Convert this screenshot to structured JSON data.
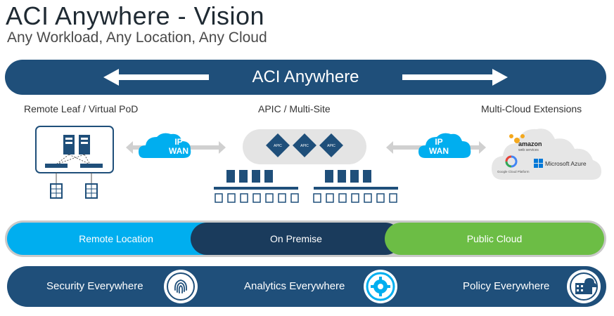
{
  "header": {
    "title": "ACI Anywhere - Vision",
    "subtitle": "Any Workload, Any Location, Any Cloud"
  },
  "banner": {
    "label": "ACI Anywhere"
  },
  "columns": {
    "left": "Remote Leaf / Virtual PoD",
    "center": "APIC / Multi-Site",
    "right": "Multi-Cloud Extensions"
  },
  "wan": {
    "line1": "IP",
    "line2": "WAN"
  },
  "apic_label": "APIC",
  "cloud_providers": {
    "amazon": "amazon",
    "aws_sub": "web services",
    "google": "Google Cloud Platform",
    "azure": "Microsoft Azure"
  },
  "locations": [
    {
      "label": "Remote Location",
      "color": "#00aeef"
    },
    {
      "label": "On Premise",
      "color": "#1a3b5c"
    },
    {
      "label": "Public Cloud",
      "color": "#6cbd45"
    }
  ],
  "everywhere": [
    {
      "label": "Security Everywhere",
      "icon": "fingerprint-icon"
    },
    {
      "label": "Analytics Everywhere",
      "icon": "gear-icon"
    },
    {
      "label": "Policy Everywhere",
      "icon": "building-cloud-icon"
    }
  ],
  "colors": {
    "dark_blue": "#1f4f7a",
    "cyan": "#00aeef",
    "green": "#6cbd45",
    "navy": "#1a3b5c"
  }
}
